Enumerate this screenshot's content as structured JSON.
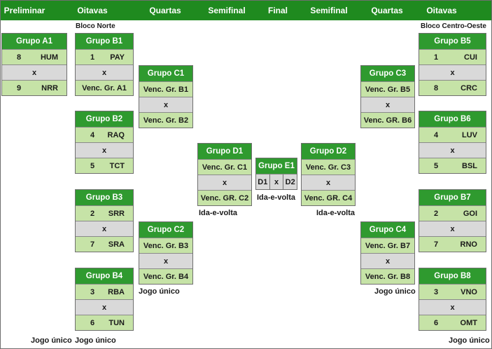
{
  "headers": [
    "Preliminar",
    "Oitavas",
    "Quartas",
    "Semifinal",
    "Final",
    "Semifinal",
    "Quartas",
    "Oitavas"
  ],
  "blocks": {
    "left": "Bloco Norte",
    "right": "Bloco Centro-Oeste"
  },
  "groups": {
    "A1": {
      "title": "Grupo A1",
      "home_num": "8",
      "home": "HUM",
      "vs": "x",
      "away_num": "9",
      "away": "NRR"
    },
    "B1": {
      "title": "Grupo B1",
      "home_num": "1",
      "home": "PAY",
      "vs": "x",
      "away": "Venc. Gr. A1"
    },
    "B2": {
      "title": "Grupo B2",
      "home_num": "4",
      "home": "RAQ",
      "vs": "x",
      "away_num": "5",
      "away": "TCT"
    },
    "B3": {
      "title": "Grupo B3",
      "home_num": "2",
      "home": "SRR",
      "vs": "x",
      "away_num": "7",
      "away": "SRA"
    },
    "B4": {
      "title": "Grupo B4",
      "home_num": "3",
      "home": "RBA",
      "vs": "x",
      "away_num": "6",
      "away": "TUN"
    },
    "C1": {
      "title": "Grupo C1",
      "home": "Venc. Gr. B1",
      "vs": "x",
      "away": "Venc. Gr. B2"
    },
    "C2": {
      "title": "Grupo C2",
      "home": "Venc. Gr. B3",
      "vs": "x",
      "away": "Venc. Gr. B4"
    },
    "D1": {
      "title": "Grupo D1",
      "home": "Venc. Gr. C1",
      "vs": "x",
      "away": "Venc. GR. C2"
    },
    "E1": {
      "title": "Grupo E1",
      "a": "D1",
      "vs": "x",
      "b": "D2"
    },
    "D2": {
      "title": "Grupo  D2",
      "home": "Venc. Gr. C3",
      "vs": "x",
      "away": "Venc. GR. C4"
    },
    "C3": {
      "title": "Grupo C3",
      "home": "Venc. Gr. B5",
      "vs": "x",
      "away": "Venc. GR. B6"
    },
    "C4": {
      "title": "Grupo C4",
      "home": "Venc. Gr. B7",
      "vs": "x",
      "away": "Venc. Gr. B8"
    },
    "B5": {
      "title": "Grupo B5",
      "home_num": "1",
      "home": "CUI",
      "vs": "x",
      "away_num": "8",
      "away": "CRC"
    },
    "B6": {
      "title": "Grupo  B6",
      "home_num": "4",
      "home": "LUV",
      "vs": "x",
      "away_num": "5",
      "away": "BSL"
    },
    "B7": {
      "title": "Grupo B7",
      "home_num": "2",
      "home": "GOI",
      "vs": "x",
      "away_num": "7",
      "away": "RNO"
    },
    "B8": {
      "title": "Grupo B8",
      "home_num": "3",
      "home": "VNO",
      "vs": "x",
      "away_num": "6",
      "away": "OMT"
    }
  },
  "notes": {
    "jogo_unico": "Jogo único",
    "ida_volta": "Ida-e-volta"
  }
}
